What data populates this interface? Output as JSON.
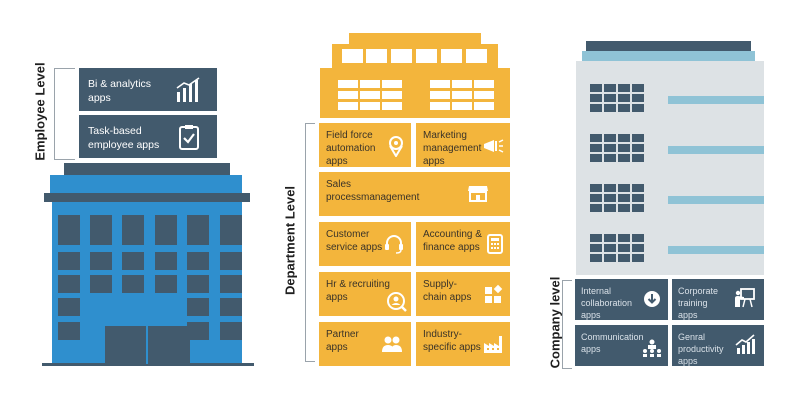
{
  "employee": {
    "level_label": "Employee Level",
    "cards": [
      {
        "line1": "Bi & analytics",
        "line2": "apps",
        "icon": "bar-chart-growth-icon"
      },
      {
        "line1": "Task-based",
        "line2": "employee apps",
        "icon": "clipboard-check-icon"
      }
    ],
    "colors": {
      "card": "#425a6d",
      "building": "#2f8fce",
      "window": "#425a6d"
    }
  },
  "department": {
    "level_label": "Department Level",
    "cards": [
      {
        "line1": "Field force",
        "line2": "automation",
        "line3": "apps",
        "icon": "location-pin-icon"
      },
      {
        "line1": "Marketing",
        "line2": "management",
        "line3": "apps",
        "icon": "megaphone-icon"
      },
      {
        "line1": "Sales",
        "line2": "processmanagement",
        "line3": "",
        "icon": "storefront-icon"
      },
      {
        "line1": "Customer",
        "line2": "service apps",
        "line3": "",
        "icon": "headset-icon"
      },
      {
        "line1": "Accounting &",
        "line2": "finance apps",
        "line3": "",
        "icon": "calculator-icon"
      },
      {
        "line1": "Hr & recruiting",
        "line2": " apps",
        "line3": "",
        "icon": "person-search-icon"
      },
      {
        "line1": "Supply-",
        "line2": "chain apps",
        "line3": "",
        "icon": "blocks-icon"
      },
      {
        "line1": "Partner",
        "line2": "apps",
        "line3": "",
        "icon": "partners-icon"
      },
      {
        "line1": "Industry-",
        "line2": "specific apps",
        "line3": "",
        "icon": "factory-icon"
      }
    ],
    "colors": {
      "card": "#f3b53c",
      "building": "#f3b53c"
    }
  },
  "company": {
    "level_label": "Company level",
    "cards": [
      {
        "line1": "Internal",
        "line2": "collaboration",
        "line3": "apps",
        "icon": "download-circle-icon"
      },
      {
        "line1": "Corporate",
        "line2": "training",
        "line3": "apps",
        "icon": "presentation-icon"
      },
      {
        "line1": "Communication",
        "line2": "apps",
        "line3": "",
        "icon": "team-meeting-icon"
      },
      {
        "line1": "Genral",
        "line2": "productivity",
        "line3": "apps",
        "icon": "growth-chart-icon"
      }
    ],
    "colors": {
      "card": "#425a6d",
      "building": "#dde2e5",
      "accent": "#8fc3d6"
    }
  }
}
